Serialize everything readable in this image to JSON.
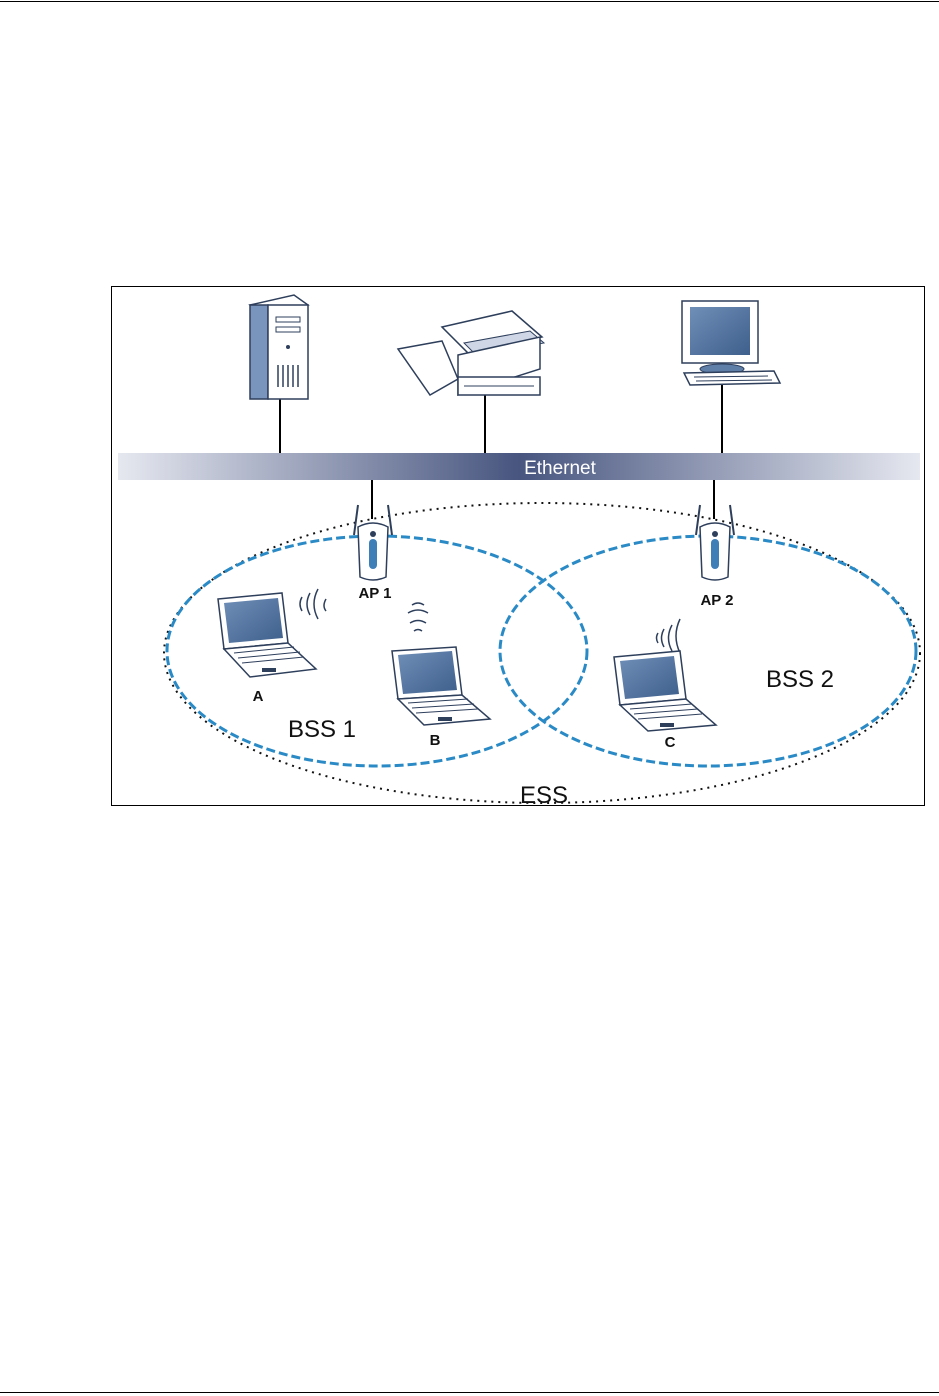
{
  "diagram": {
    "backbone_label": "Ethernet",
    "access_points": [
      {
        "label": "AP 1"
      },
      {
        "label": "AP 2"
      }
    ],
    "clients": [
      {
        "label": "A"
      },
      {
        "label": "B"
      },
      {
        "label": "C"
      }
    ],
    "bss": [
      {
        "label": "BSS 1"
      },
      {
        "label": "BSS 2"
      }
    ],
    "ess_label": "ESS",
    "colors": {
      "bss_outline": "#2a8ac6",
      "ess_outline": "#111111",
      "backbone": "#4b5a86",
      "device_blue": "#5f7ea8"
    }
  }
}
